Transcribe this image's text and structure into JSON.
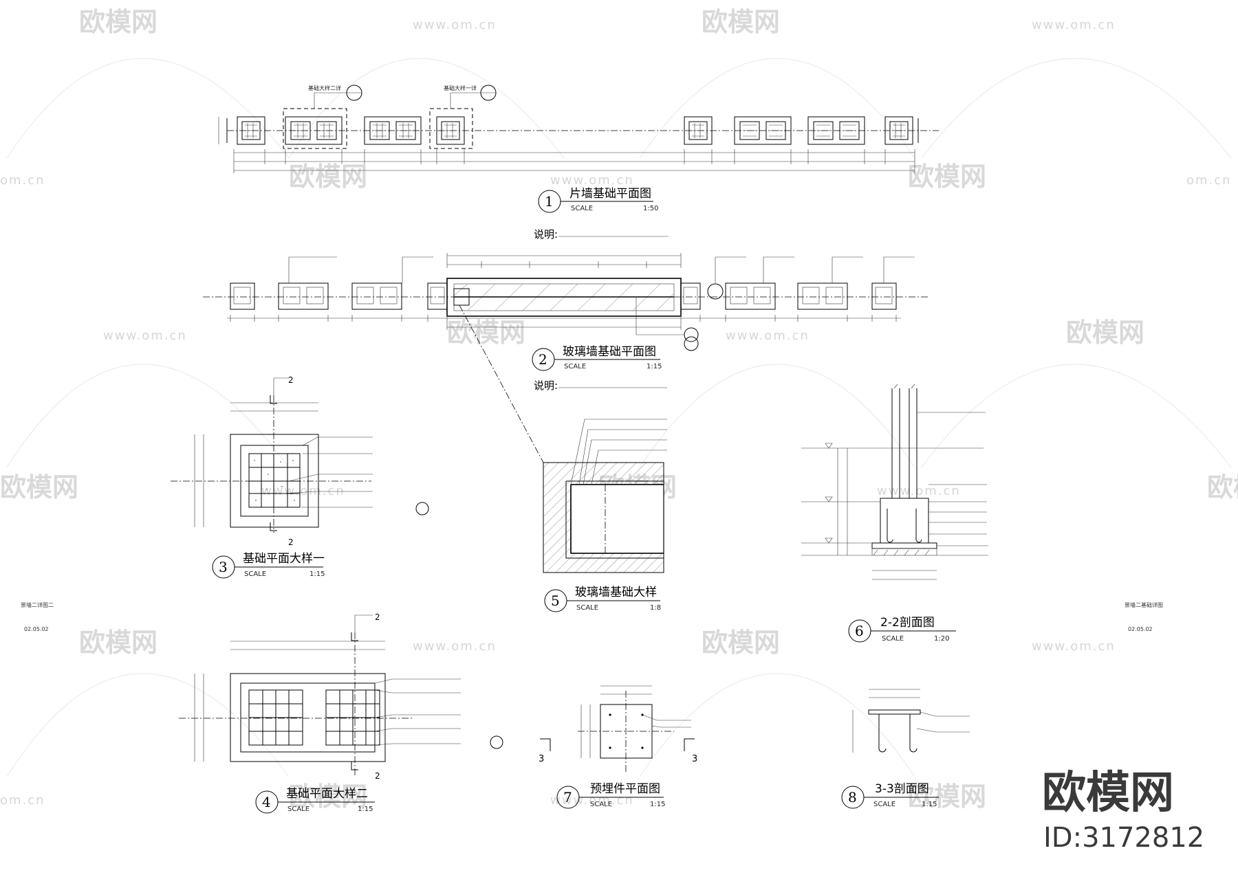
{
  "watermark": {
    "brand": "欧模网",
    "url": "www.om.cn",
    "url_partial": "om.cn"
  },
  "corner_brand": {
    "name": "欧模网",
    "id": "ID:3172812"
  },
  "drawings": [
    {
      "number": "1",
      "title": "片墙基础平面图",
      "scale_label": "SCALE",
      "scale": "1:50"
    },
    {
      "number": "2",
      "title": "玻璃墙基础平面图",
      "scale_label": "SCALE",
      "scale": "1:15"
    },
    {
      "number": "3",
      "title": "基础平面大样一",
      "scale_label": "SCALE",
      "scale": "1:15"
    },
    {
      "number": "4",
      "title": "基础平面大样二",
      "scale_label": "SCALE",
      "scale": "1:15"
    },
    {
      "number": "5",
      "title": "玻璃墙基础大样",
      "scale_label": "SCALE",
      "scale": "1:8"
    },
    {
      "number": "6",
      "title": "2-2剖面图",
      "scale_label": "SCALE",
      "scale": "1:20"
    },
    {
      "number": "7",
      "title": "预埋件平面图",
      "scale_label": "SCALE",
      "scale": "1:15"
    },
    {
      "number": "8",
      "title": "3-3剖面图",
      "scale_label": "SCALE",
      "scale": "1:15"
    }
  ],
  "notes": {
    "note1_label": "说明:",
    "note2_label": "说明:"
  },
  "section_marks": {
    "mark2": "2",
    "mark3": "3"
  },
  "side_labels": {
    "left_title": "景墙二详图二",
    "left_code": "02.05.02",
    "right_title": "景墙二基础详图",
    "right_code": "02.05.02"
  },
  "callouts": {
    "c1": "基础大样二详",
    "c2": "基础大样一详"
  }
}
